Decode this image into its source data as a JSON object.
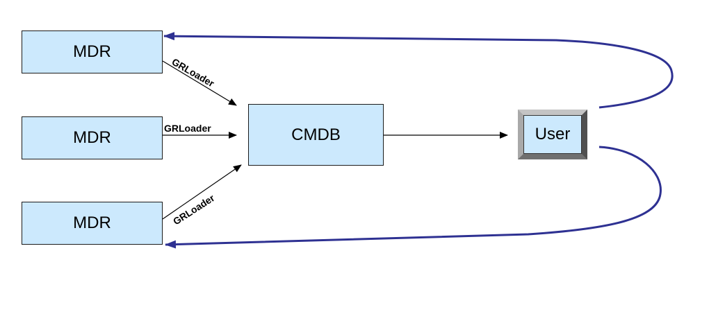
{
  "nodes": {
    "mdr_top": "MDR",
    "mdr_middle": "MDR",
    "mdr_bottom": "MDR",
    "cmdb": "CMDB",
    "user": "User"
  },
  "edges": {
    "loader_top": "GRLoader",
    "loader_middle": "GRLoader",
    "loader_bottom": "GRLoader"
  },
  "colors": {
    "box_fill": "#cce9fd",
    "feedback_arrow": "#2e3192",
    "flow_arrow": "#000000"
  }
}
